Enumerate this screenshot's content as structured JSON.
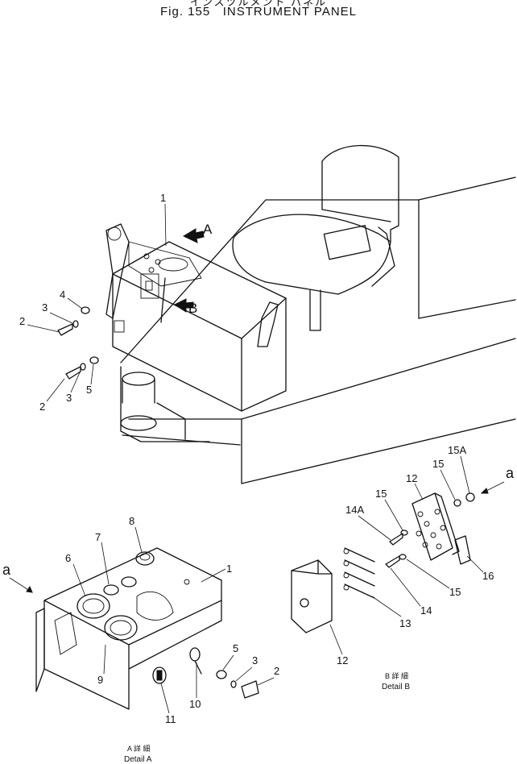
{
  "title": {
    "japanese": "インスツルメント パネル",
    "figure": "Fig. 155",
    "name": "INSTRUMENT PANEL"
  },
  "main_view": {
    "arrow_labels": [
      "A",
      "B"
    ],
    "callouts": [
      "1",
      "4",
      "3",
      "2",
      "2",
      "3",
      "5"
    ]
  },
  "detail_a": {
    "callouts": [
      "1",
      "6",
      "7",
      "8",
      "9",
      "10",
      "11",
      "5",
      "3",
      "2"
    ],
    "pointer_label": "a",
    "caption_jp": "A 詳 細",
    "caption_en": "Detail A"
  },
  "detail_b": {
    "callouts": [
      "12",
      "15",
      "15A",
      "15",
      "14A",
      "16",
      "15",
      "14",
      "13",
      "12"
    ],
    "pointer_label": "a",
    "caption_jp": "B 詳 細",
    "caption_en": "Detail B"
  }
}
